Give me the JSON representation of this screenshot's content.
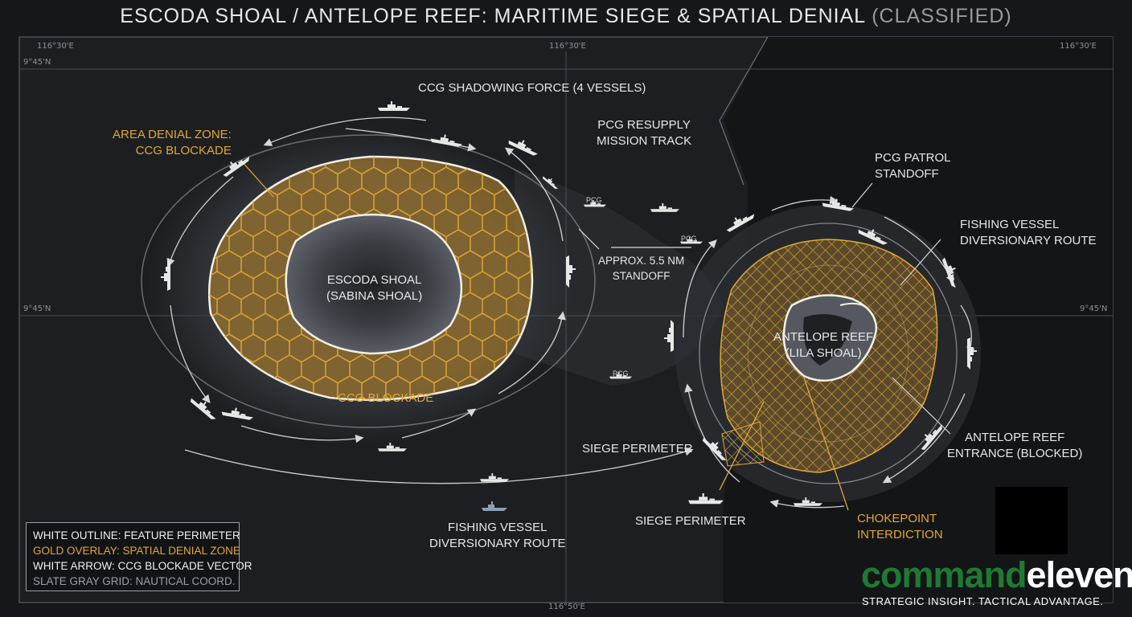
{
  "title": {
    "main": "ESCODA SHOAL / ANTELOPE REEF: MARITIME SIEGE & SPATIAL DENIAL",
    "classification": "(CLASSIFIED)"
  },
  "coordinates": {
    "lon_top_left": "116°30'E",
    "lon_top_center": "116°30'E",
    "lon_top_right": "116°30'E",
    "lon_bottom_center": "116°50'E",
    "lat_top_left": "9°45'N",
    "lat_mid_left": "9°45'N",
    "lat_mid_right": "9°45'N"
  },
  "labels": {
    "ccg_shadowing": "CCG SHADOWING FORCE (4 VESSELS)",
    "area_denial": "AREA DENIAL ZONE:\nCCG BLOCKADE",
    "escoda": "ESCODA SHOAL\n(SABINA SHOAL)",
    "ccg_blockade": "CCG BLOCKADE",
    "pcg_resupply": "PCG RESUPPLY\nMISSION TRACK",
    "standoff": "APPROX. 5.5 NM\nSTANDOFF",
    "pcg_patrol": "PCG PATROL\nSTANDOFF",
    "fishing_diversion_right": "FISHING VESSEL\nDIVERSIONARY ROUTE",
    "antelope": "ANTELOPE REEF\n(LILA SHOAL)",
    "antelope_entrance": "ANTELOPE REEF\nENTRANCE (BLOCKED)",
    "siege_perimeter_mid": "SIEGE PERIMETER",
    "siege_perimeter_bottom": "SIEGE PERIMETER",
    "chokepoint": "CHOKEPOINT\nINTERDICTION",
    "fishing_diversion_bottom": "FISHING VESSEL\nDIVERSIONARY ROUTE",
    "pcg_tag": "PCG"
  },
  "legend": {
    "line1": "WHITE OUTLINE: FEATURE PERIMETER",
    "line2": "GOLD OVERLAY: SPATIAL DENIAL ZONE",
    "line3": "WHITE ARROW: CCG BLOCKADE VECTOR",
    "line4": "SLATE GRAY GRID: NAUTICAL COORD."
  },
  "brand": {
    "part1": "command",
    "part2": "eleven",
    "tagline": "STRATEGIC INSIGHT. TACTICAL ADVANTAGE."
  },
  "colors": {
    "gold": "#e0a838",
    "brand_green": "#1e7a33",
    "background": "#15171a"
  },
  "icons": [
    "vessel-icon",
    "arrow-icon"
  ]
}
